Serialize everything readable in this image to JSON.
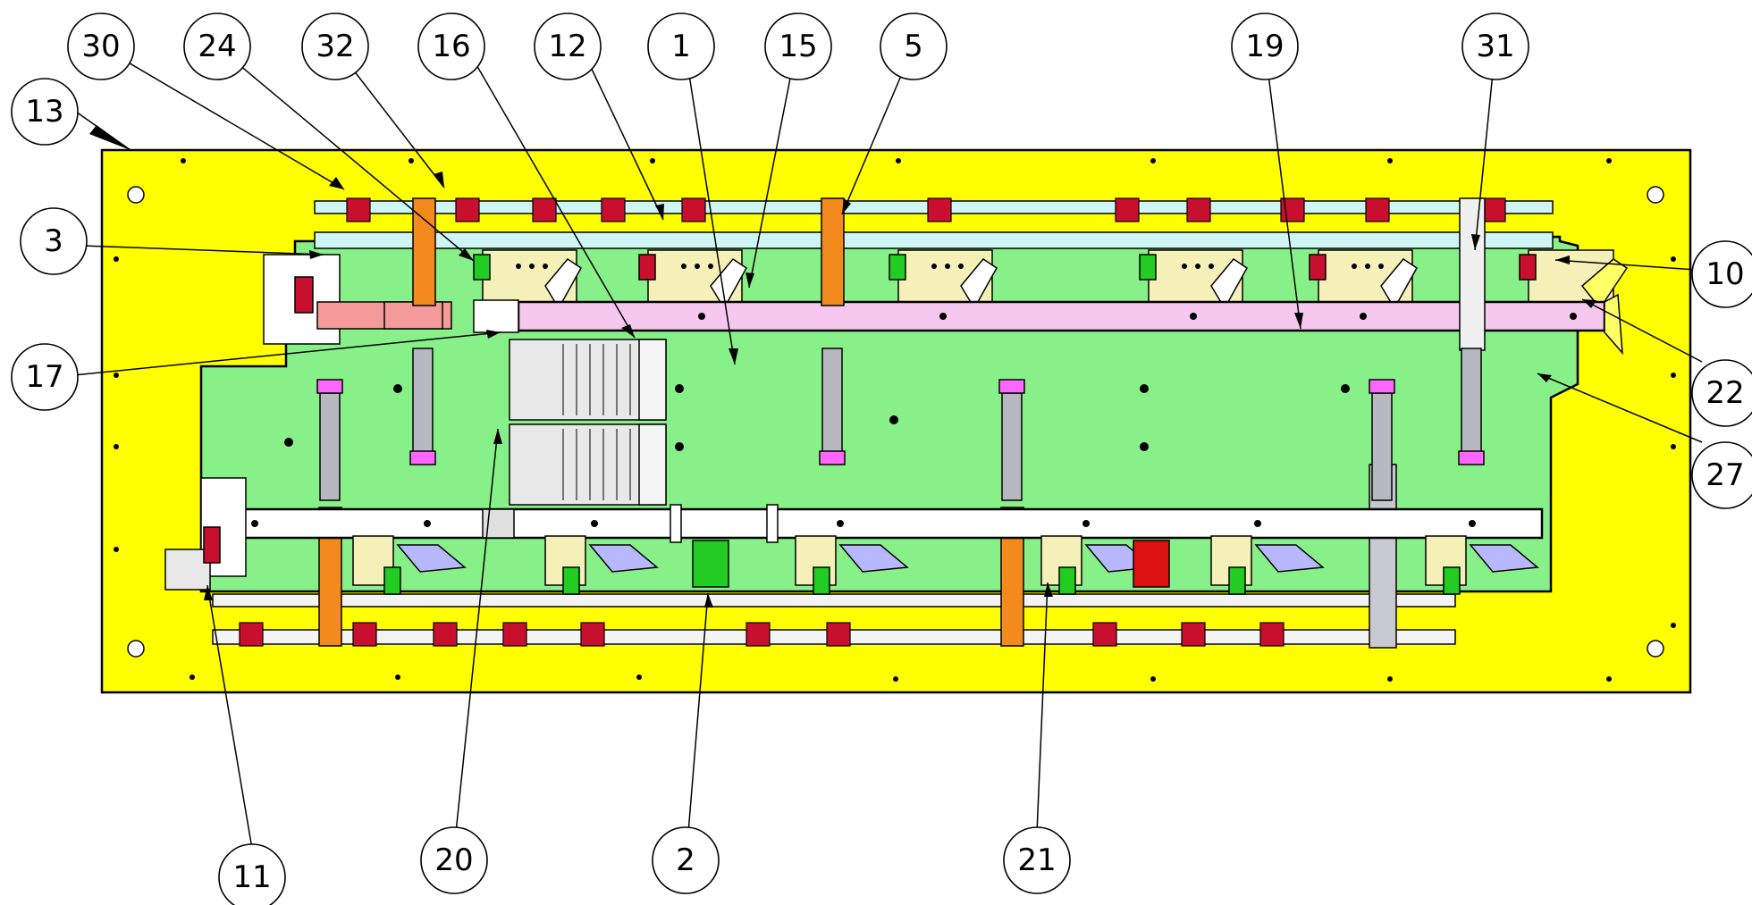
{
  "drawing": {
    "balloons": [
      {
        "id": "b30",
        "label": "30"
      },
      {
        "id": "b24",
        "label": "24"
      },
      {
        "id": "b32",
        "label": "32"
      },
      {
        "id": "b16",
        "label": "16"
      },
      {
        "id": "b12",
        "label": "12"
      },
      {
        "id": "b1",
        "label": "1"
      },
      {
        "id": "b15",
        "label": "15"
      },
      {
        "id": "b5",
        "label": "5"
      },
      {
        "id": "b19",
        "label": "19"
      },
      {
        "id": "b31",
        "label": "31"
      },
      {
        "id": "b13",
        "label": "13"
      },
      {
        "id": "b3",
        "label": "3"
      },
      {
        "id": "b10",
        "label": "10"
      },
      {
        "id": "b17",
        "label": "17"
      },
      {
        "id": "b22",
        "label": "22"
      },
      {
        "id": "b27",
        "label": "27"
      },
      {
        "id": "b11",
        "label": "11"
      },
      {
        "id": "b20",
        "label": "20"
      },
      {
        "id": "b2",
        "label": "2"
      },
      {
        "id": "b21",
        "label": "21"
      }
    ]
  },
  "colors": {
    "base_plate": "#ffff00",
    "sub_plate": "#88f088",
    "top_rail": "#cff5f5",
    "pink_beam": "#f7c8ef",
    "orange_post": "#f28a1e",
    "red_block": "#c8102e",
    "cream_block": "#f5f0b8",
    "purple_clamp": "#b8b8ff",
    "salmon_arm": "#f49a9a",
    "green_block": "#22cc22",
    "magenta_cap": "#ff66ff",
    "gray_cylinder": "#b8b8c0"
  }
}
